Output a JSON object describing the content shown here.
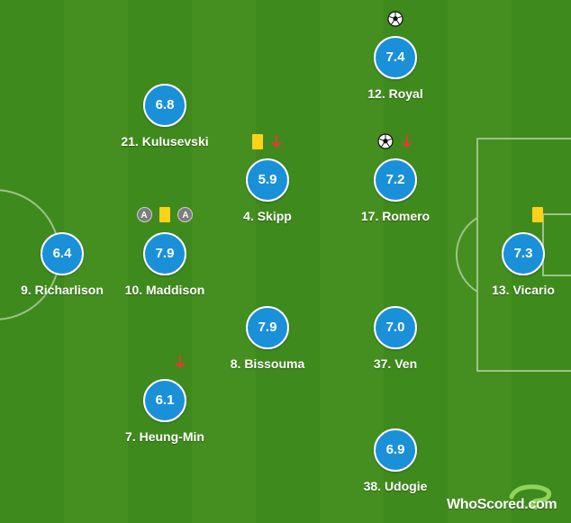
{
  "colors": {
    "rating_bg": "#1a90d8",
    "pitch_light": "#458f20",
    "pitch_dark": "#3f8a1c",
    "yellow_card": "#ffd21a",
    "sub_arrow": "#e53b2c"
  },
  "players": [
    {
      "label": "12. Royal",
      "rating": "7.4",
      "events": [
        "goal-ball-icon"
      ]
    },
    {
      "label": "21. Kulusevski",
      "rating": "6.8",
      "events": []
    },
    {
      "label": "4. Skipp",
      "rating": "5.9",
      "events": [
        "yellow-card-icon",
        "sub-off-arrow-icon"
      ]
    },
    {
      "label": "17. Romero",
      "rating": "7.2",
      "events": [
        "goal-ball-icon",
        "sub-off-arrow-icon"
      ]
    },
    {
      "label": "9. Richarlison",
      "rating": "6.4",
      "events": []
    },
    {
      "label": "10. Maddison",
      "rating": "7.9",
      "events": [
        "assist-icon",
        "yellow-card-icon",
        "assist-icon"
      ],
      "assist_letter": "A"
    },
    {
      "label": "13. Vicario",
      "rating": "7.3",
      "events": [
        "yellow-card-icon"
      ]
    },
    {
      "label": "8. Bissouma",
      "rating": "7.9",
      "events": []
    },
    {
      "label": "37. Ven",
      "rating": "7.0",
      "events": []
    },
    {
      "label": "7. Heung-Min",
      "rating": "6.1",
      "events": [
        "sub-off-arrow-icon"
      ]
    },
    {
      "label": "38. Udogie",
      "rating": "6.9",
      "events": []
    }
  ],
  "brand": {
    "text": "WhoScored",
    "suffix": ".com"
  }
}
